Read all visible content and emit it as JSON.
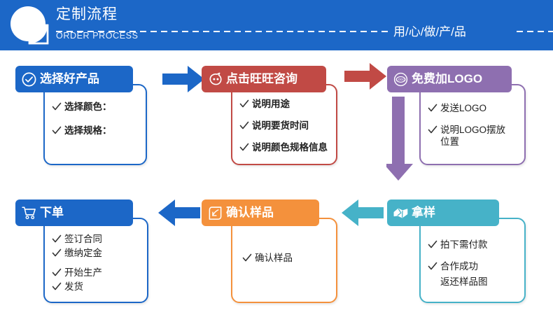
{
  "header": {
    "title_cn": "定制流程",
    "title_en": "ORDER PROCESS",
    "slogan": "用/心/做/产/品",
    "bg_color": "#1c67c7",
    "logo_icon": "pie-logo-icon"
  },
  "colors": {
    "blue": "#1c67c7",
    "red": "#c14a45",
    "purple": "#8e6fb0",
    "orange": "#f4913c",
    "teal": "#46b2c8"
  },
  "steps": [
    {
      "id": "choose-product",
      "title": "选择好产品",
      "icon": "check-circle-icon",
      "color": "#1c67c7",
      "items": [
        "选择颜色：",
        "选择规格："
      ]
    },
    {
      "id": "consult-wangwang",
      "title": "点击旺旺咨询",
      "icon": "wangwang-face-icon",
      "color": "#c14a45",
      "items": [
        "说明用途",
        "说明要货时间",
        "说明颜色规格信息"
      ]
    },
    {
      "id": "free-logo",
      "title": "免费加LOGO",
      "icon": "logo-badge-icon",
      "color": "#8e6fb0",
      "items": [
        "发送LOGO",
        "说明LOGO摆放\n位置"
      ]
    },
    {
      "id": "place-order",
      "title": "下单",
      "icon": "shopping-cart-icon",
      "color": "#1c67c7",
      "items": [
        "签订合同",
        "缴纳定金",
        "开始生产",
        "发货"
      ]
    },
    {
      "id": "confirm-sample",
      "title": "确认样品",
      "icon": "leaf-check-icon",
      "color": "#f4913c",
      "items": [
        "确认样品"
      ]
    },
    {
      "id": "get-sample",
      "title": "拿样",
      "icon": "handshake-icon",
      "color": "#46b2c8",
      "items": [
        "拍下需付款",
        "合作成功",
        "返还样品图"
      ]
    }
  ],
  "arrows": [
    {
      "id": "arrow-step1-to-step2",
      "direction": "right",
      "color": "#1c67c7"
    },
    {
      "id": "arrow-step2-to-step3",
      "direction": "right",
      "color": "#c14a45"
    },
    {
      "id": "arrow-step3-to-step4",
      "direction": "down",
      "color": "#8e6fb0"
    },
    {
      "id": "arrow-step6-to-step5",
      "direction": "left",
      "color": "#46b2c8"
    },
    {
      "id": "arrow-step5-to-step4",
      "direction": "left",
      "color": "#1c67c7"
    }
  ]
}
